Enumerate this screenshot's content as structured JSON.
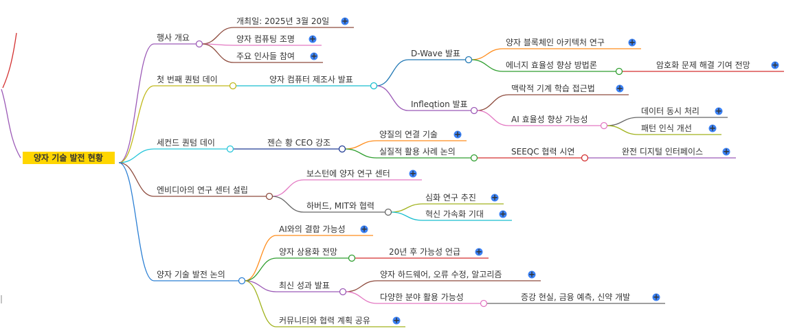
{
  "root": "양자 기술 발전 현황",
  "branches": [
    {
      "label": "행사 개요",
      "children": [
        {
          "label": "개최일: 2025년 3월 20일",
          "expandable": true
        },
        {
          "label": "양자 컴퓨팅 조명",
          "expandable": true
        },
        {
          "label": "주요 인사들 참여",
          "expandable": true
        }
      ]
    },
    {
      "label": "첫 번째 퀀텀 데이",
      "children": [
        {
          "label": "양자 컴퓨터 제조사 발표",
          "children": [
            {
              "label": "D-Wave 발표",
              "children": [
                {
                  "label": "양자 블록체인 아키텍처 연구",
                  "expandable": true
                },
                {
                  "label": "에너지 효율성 향상 방법론",
                  "children": [
                    {
                      "label": "암호화 문제 해결 기여 전망",
                      "expandable": true
                    }
                  ]
                }
              ]
            },
            {
              "label": "Infleqtion 발표",
              "children": [
                {
                  "label": "맥락적 기계 학습 접근법",
                  "expandable": true
                },
                {
                  "label": "AI 효율성 향상 가능성",
                  "children": [
                    {
                      "label": "데이터 동시 처리",
                      "expandable": true
                    },
                    {
                      "label": "패턴 인식 개선",
                      "expandable": true
                    }
                  ]
                }
              ]
            }
          ]
        }
      ]
    },
    {
      "label": "세컨드 퀀텀 데이",
      "children": [
        {
          "label": "젠슨 황 CEO 강조",
          "children": [
            {
              "label": "양질의 연결 기술",
              "expandable": true
            },
            {
              "label": "실질적 활용 사례 논의",
              "children": [
                {
                  "label": "SEEQC 협력 시연",
                  "children": [
                    {
                      "label": "완전 디지털 인터페이스",
                      "expandable": true
                    }
                  ]
                }
              ]
            }
          ]
        }
      ]
    },
    {
      "label": "엔비디아의 연구 센터 설립",
      "children": [
        {
          "label": "보스턴에 양자 연구 센터",
          "expandable": true
        },
        {
          "label": "하버드, MIT와 협력",
          "children": [
            {
              "label": "심화 연구 추진",
              "expandable": true
            },
            {
              "label": "혁신 가속화 기대",
              "expandable": true
            }
          ]
        }
      ]
    },
    {
      "label": "양자 기술 발전 논의",
      "children": [
        {
          "label": "AI와의 결합 가능성",
          "expandable": true
        },
        {
          "label": "양자 상용화 전망",
          "children": [
            {
              "label": "20년 후 가능성 언급",
              "expandable": true
            }
          ]
        },
        {
          "label": "최신 성과 발표",
          "children": [
            {
              "label": "양자 하드웨어, 오류 수정, 알고리즘",
              "expandable": true
            },
            {
              "label": "다양한 분야 활용 가능성",
              "children": [
                {
                  "label": "증강 현실, 금융 예측, 신약 개발",
                  "expandable": true
                }
              ]
            }
          ]
        },
        {
          "label": "커뮤니티와 협력 계획 공유",
          "expandable": true
        }
      ]
    }
  ],
  "colors": {
    "root_highlight": "#ffd600",
    "expand_button": "#3b82f6",
    "branch_event": "#9b59b6",
    "branch_first": "#c0b81a",
    "branch_second": "#26c6da",
    "branch_nvidia": "#8d4a3c",
    "branch_discussion": "#2b7fd4",
    "orange": "#ff8c1a",
    "green": "#2e9e2e",
    "red": "#d32f2f",
    "pink": "#e377c2",
    "olive": "#a0b21c",
    "teal": "#17becf",
    "gray": "#666666"
  }
}
